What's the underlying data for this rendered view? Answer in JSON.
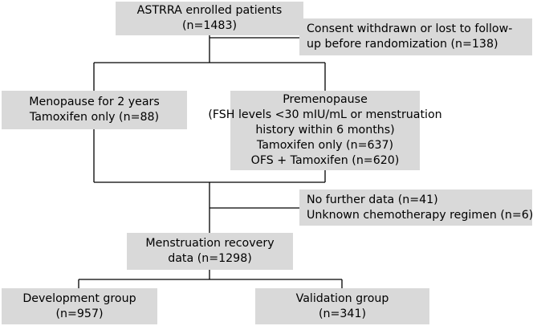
{
  "boxes": {
    "enrolled": [
      "ASTRRA enrolled patients",
      "(n=1483)"
    ],
    "excluded1": [
      "Consent withdrawn or lost to follow-",
      "up before randomization (n=138)"
    ],
    "menopause": [
      "Menopause for 2 years",
      "Tamoxifen only (n=88)"
    ],
    "premenopause": [
      "Premenopause",
      "(FSH levels <30 mIU/mL or menstruation",
      "history within 6 months)",
      "Tamoxifen only (n=637)",
      "OFS + Tamoxifen (n=620)"
    ],
    "excluded2": [
      "No further data (n=41)",
      "Unknown chemotherapy regimen (n=6)"
    ],
    "recovery": [
      "Menstruation recovery",
      "data (n=1298)"
    ],
    "development": [
      "Development group",
      "(n=957)"
    ],
    "validation": [
      "Validation group",
      "(n=341)"
    ]
  }
}
